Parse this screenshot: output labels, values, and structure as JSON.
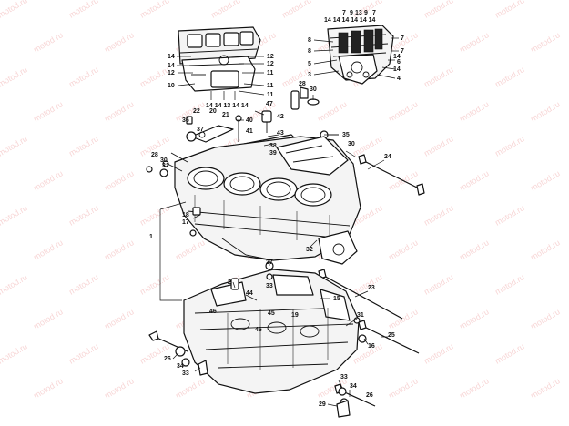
{
  "watermark": {
    "text": "motod.ru",
    "color": "#f2b5b5"
  },
  "callouts": [
    {
      "id": "c-7a",
      "text": "7"
    },
    {
      "id": "c-9",
      "text": "9"
    },
    {
      "id": "c-13a",
      "text": "13"
    },
    {
      "id": "c-9b",
      "text": "9"
    },
    {
      "id": "c-7b",
      "text": "7"
    },
    {
      "id": "c-14-row",
      "text": "14 14 14 14 14 14"
    },
    {
      "id": "c-8a",
      "text": "8"
    },
    {
      "id": "c-8b",
      "text": "8"
    },
    {
      "id": "c-5",
      "text": "5"
    },
    {
      "id": "c-3",
      "text": "3"
    },
    {
      "id": "c-7c",
      "text": "7"
    },
    {
      "id": "c-7d",
      "text": "7"
    },
    {
      "id": "c-6",
      "text": "6"
    },
    {
      "id": "c-14r1",
      "text": "14"
    },
    {
      "id": "c-14r2",
      "text": "14"
    },
    {
      "id": "c-4",
      "text": "4"
    },
    {
      "id": "c-14l1",
      "text": "14"
    },
    {
      "id": "c-14l2",
      "text": "14"
    },
    {
      "id": "c-12l",
      "text": "12"
    },
    {
      "id": "c-12r1",
      "text": "12"
    },
    {
      "id": "c-12r2",
      "text": "12"
    },
    {
      "id": "c-11a",
      "text": "11"
    },
    {
      "id": "c-11b",
      "text": "11"
    },
    {
      "id": "c-11c",
      "text": "11"
    },
    {
      "id": "c-10",
      "text": "10"
    },
    {
      "id": "c-bottom-row",
      "text": "14 14 13 14 14"
    },
    {
      "id": "c-28a",
      "text": "28"
    },
    {
      "id": "c-30a",
      "text": "30"
    },
    {
      "id": "c-47",
      "text": "47"
    },
    {
      "id": "c-42",
      "text": "42"
    },
    {
      "id": "c-40",
      "text": "40"
    },
    {
      "id": "c-41",
      "text": "41"
    },
    {
      "id": "c-22",
      "text": "22"
    },
    {
      "id": "c-20",
      "text": "20"
    },
    {
      "id": "c-21",
      "text": "21"
    },
    {
      "id": "c-36",
      "text": "36"
    },
    {
      "id": "c-37",
      "text": "37"
    },
    {
      "id": "c-43",
      "text": "43"
    },
    {
      "id": "c-38",
      "text": "38"
    },
    {
      "id": "c-39",
      "text": "39"
    },
    {
      "id": "c-35",
      "text": "35"
    },
    {
      "id": "c-30b",
      "text": "30"
    },
    {
      "id": "c-24",
      "text": "24"
    },
    {
      "id": "c-28b",
      "text": "28"
    },
    {
      "id": "c-30c",
      "text": "30"
    },
    {
      "id": "c-31a",
      "text": "31"
    },
    {
      "id": "c-18",
      "text": "18"
    },
    {
      "id": "c-17",
      "text": "17"
    },
    {
      "id": "c-1",
      "text": "1"
    },
    {
      "id": "c-32",
      "text": "32"
    },
    {
      "id": "c-27",
      "text": "27"
    },
    {
      "id": "c-33a",
      "text": "33"
    },
    {
      "id": "c-23",
      "text": "23"
    },
    {
      "id": "c-2",
      "text": "2"
    },
    {
      "id": "c-44",
      "text": "44"
    },
    {
      "id": "c-15",
      "text": "15"
    },
    {
      "id": "c-19",
      "text": "19"
    },
    {
      "id": "c-46a",
      "text": "46"
    },
    {
      "id": "c-45",
      "text": "45"
    },
    {
      "id": "c-46b",
      "text": "46"
    },
    {
      "id": "c-31b",
      "text": "31"
    },
    {
      "id": "c-16",
      "text": "16"
    },
    {
      "id": "c-25",
      "text": "25"
    },
    {
      "id": "c-26a",
      "text": "26"
    },
    {
      "id": "c-34a",
      "text": "34"
    },
    {
      "id": "c-33b",
      "text": "33"
    },
    {
      "id": "c-29",
      "text": "29"
    },
    {
      "id": "c-33c",
      "text": "33"
    },
    {
      "id": "c-34b",
      "text": "34"
    },
    {
      "id": "c-26b",
      "text": "26"
    }
  ]
}
